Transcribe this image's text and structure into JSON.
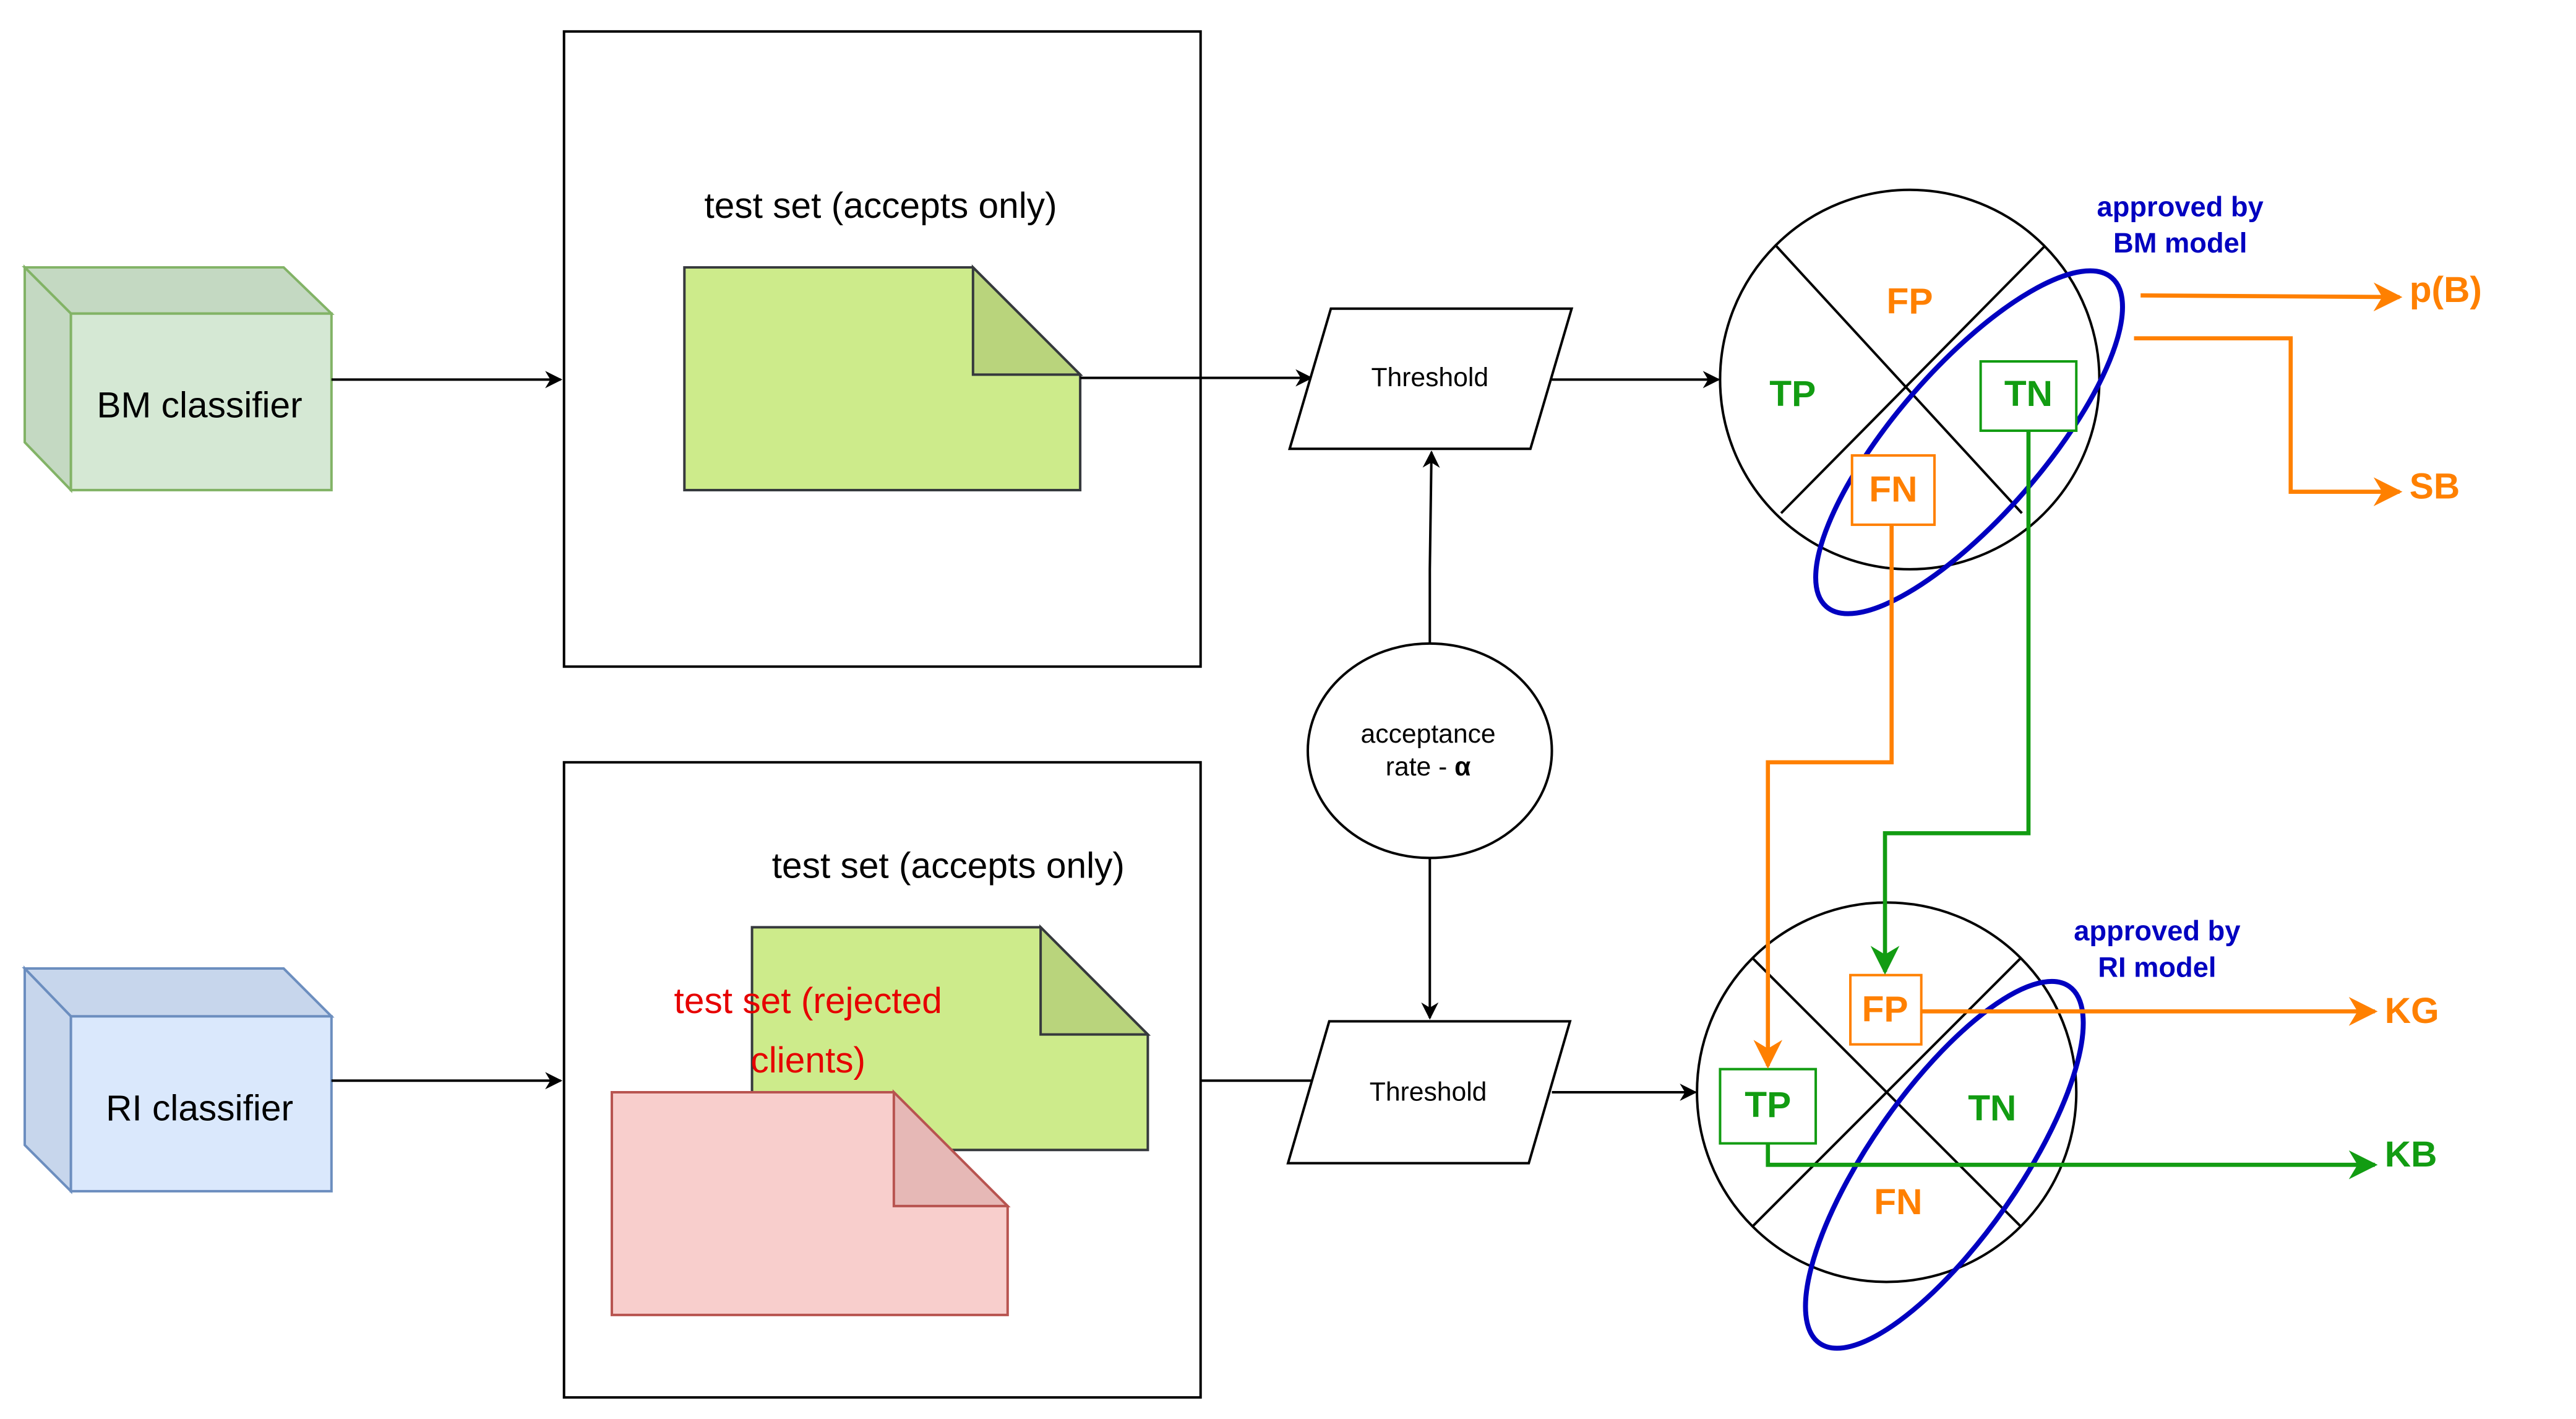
{
  "bm_classifier": {
    "label": "BM classifier"
  },
  "ri_classifier": {
    "label": "RI classifier"
  },
  "top_test_set": {
    "label": "test set (accepts only)"
  },
  "bottom_test_set": {
    "label": "test set (accepts only)",
    "rejected_line1": "test set (rejected",
    "rejected_line2": "clients)"
  },
  "threshold_top": {
    "label": "Threshold"
  },
  "threshold_bottom": {
    "label": "Threshold"
  },
  "acceptance_rate": {
    "line1": "acceptance",
    "line2": "rate - ",
    "symbol": "α"
  },
  "top_circle": {
    "fp": "FP",
    "tp": "TP",
    "tn": "TN",
    "fn": "FN",
    "approved_line1": "approved by",
    "approved_line2": "BM model"
  },
  "bottom_circle": {
    "fp": "FP",
    "tp": "TP",
    "tn": "TN",
    "fn": "FN",
    "approved_line1": "approved by",
    "approved_line2": "RI model"
  },
  "outputs": {
    "pb": "p(B)",
    "sb": "SB",
    "kg": "KG",
    "kb": "KB"
  },
  "colors": {
    "orange": "#ff8000",
    "green": "#129c12",
    "blue": "#0000c0",
    "red": "#e60000",
    "bm_box": "#d5e8d4",
    "ri_box": "#dae8fc",
    "accepts_doc": "#cdeb8b",
    "rejected_doc": "#f8cecc"
  }
}
